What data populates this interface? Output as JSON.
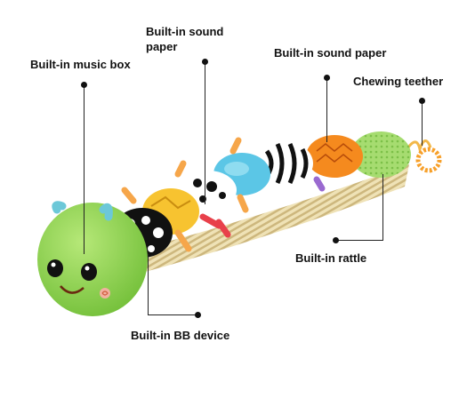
{
  "labels": {
    "music_box": "Built-in music box",
    "sound_paper_1_line1": "Built-in sound",
    "sound_paper_1_line2": "paper",
    "sound_paper_2": "Built-in sound paper",
    "teether": "Chewing teether",
    "rattle": "Built-in rattle",
    "bb_device": "Built-in BB device"
  },
  "colors": {
    "head": "#8ed44a",
    "cheek": "#f2b0a0",
    "antenna": "#6cc8d8",
    "leg_orange": "#f6a64a",
    "leg_red": "#e8404a",
    "leg_purple": "#9a6ad0",
    "segment_yellow": "#f7c330",
    "segment_blue": "#5bc6e6",
    "segment_orange": "#f58a1e",
    "segment_green": "#9ed86a",
    "teether_ring": "#f7a02a",
    "rib_beige": "#e8d9a8"
  }
}
